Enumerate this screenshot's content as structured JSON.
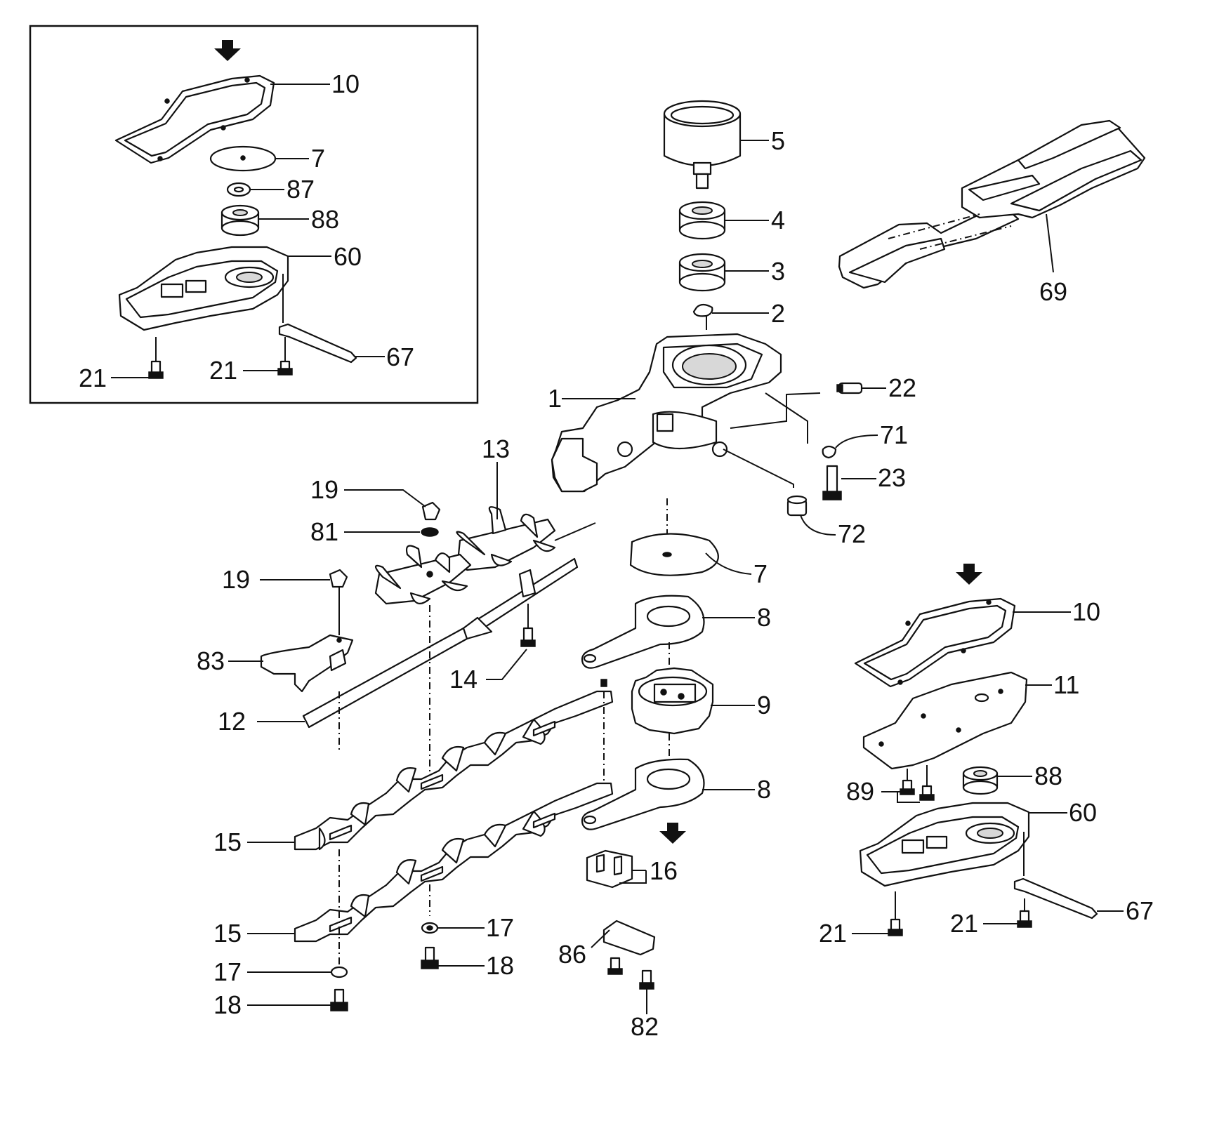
{
  "callouts": {
    "c1": "1",
    "c2": "2",
    "c3": "3",
    "c4": "4",
    "c5": "5",
    "c7_inset": "7",
    "c7_main": "7",
    "c8_upper": "8",
    "c8_lower": "8",
    "c9": "9",
    "c10_inset": "10",
    "c10_right": "10",
    "c11": "11",
    "c12": "12",
    "c13": "13",
    "c14": "14",
    "c15_upper": "15",
    "c15_lower": "15",
    "c16": "16",
    "c17_left": "17",
    "c17_center": "17",
    "c18_left": "18",
    "c18_center": "18",
    "c19_upper": "19",
    "c19_lower": "19",
    "c21_inset_a": "21",
    "c21_inset_b": "21",
    "c21_right_a": "21",
    "c21_right_b": "21",
    "c22": "22",
    "c23": "23",
    "c60_inset": "60",
    "c60_right": "60",
    "c67_inset": "67",
    "c67_right": "67",
    "c69": "69",
    "c71": "71",
    "c72": "72",
    "c81": "81",
    "c82": "82",
    "c83": "83",
    "c86": "86",
    "c87": "87",
    "c88_inset": "88",
    "c88_right": "88",
    "c89": "89"
  },
  "icons": {
    "pointer": "down-arrow-icon"
  },
  "colors": {
    "ink": "#111111",
    "paper": "#ffffff"
  }
}
